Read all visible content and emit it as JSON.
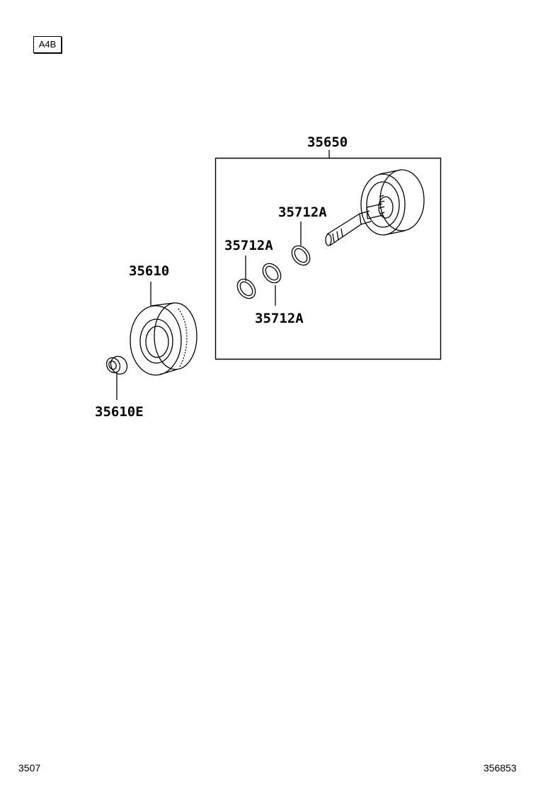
{
  "diagram_code": "A4B",
  "part_labels": {
    "shaft_assembly": "35650",
    "ring_top": "35712A",
    "ring_left": "35712A",
    "ring_bottom": "35712A",
    "bearing": "35610",
    "bearing_small": "35610E"
  },
  "footer": {
    "page_left": "3507",
    "page_right": "356853"
  }
}
